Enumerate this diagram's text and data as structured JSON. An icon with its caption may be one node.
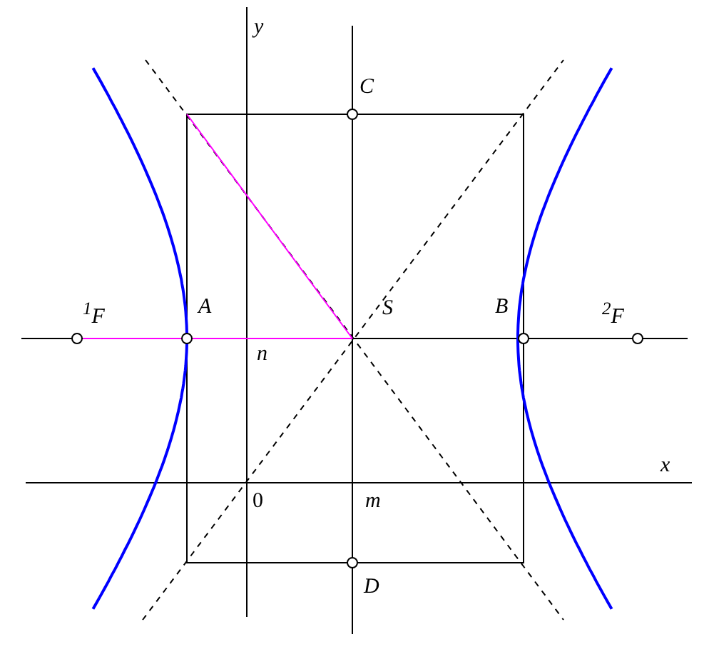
{
  "diagram": {
    "nodes": [
      {
        "text": [
          "$^{1}$F"
        ]
      },
      {
        "text": [
          "A"
        ]
      },
      {
        "text": [
          "S"
        ]
      },
      {
        "text": [
          "B"
        ]
      },
      {
        "text": [
          "$^{2}$F"
        ]
      },
      {
        "text": [
          "C"
        ]
      },
      {
        "text": [
          "D"
        ]
      }
    ],
    "edges": [
      {
        "from": 0,
        "to": 2,
        "arrow": "none",
        "color": "#ff00ff"
      }
    ],
    "labels": [
      "y",
      "n",
      "x",
      "0",
      "m"
    ]
  }
}
